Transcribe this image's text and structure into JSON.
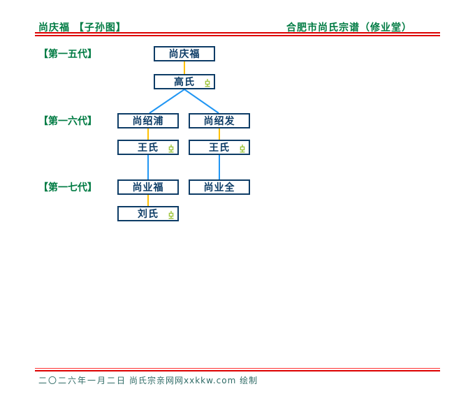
{
  "header": {
    "left_title": "尚庆福 【子孙图】",
    "right_title": "合肥市尚氏宗谱（修业堂）"
  },
  "generations": [
    {
      "label": "【第一五代】"
    },
    {
      "label": "【第一六代】"
    },
    {
      "label": "【第一七代】"
    }
  ],
  "tree": {
    "nodes": [
      {
        "label": "尚庆福",
        "generation": "第一五代",
        "role": "descendant"
      },
      {
        "label": "高氏",
        "generation": "第一五代",
        "role": "spouse",
        "marker": "female"
      },
      {
        "label": "尚绍浦",
        "generation": "第一六代",
        "role": "descendant",
        "parent": "尚庆福"
      },
      {
        "label": "尚绍发",
        "generation": "第一六代",
        "role": "descendant",
        "parent": "尚庆福"
      },
      {
        "label": "王氏",
        "generation": "第一六代",
        "role": "spouse",
        "marker": "female",
        "spouse_of": "尚绍浦"
      },
      {
        "label": "王氏",
        "generation": "第一六代",
        "role": "spouse",
        "marker": "female",
        "spouse_of": "尚绍发"
      },
      {
        "label": "尚业福",
        "generation": "第一七代",
        "role": "descendant",
        "parent": "尚绍浦"
      },
      {
        "label": "尚业全",
        "generation": "第一七代",
        "role": "descendant",
        "parent": "尚绍发"
      },
      {
        "label": "刘氏",
        "generation": "第一七代",
        "role": "spouse",
        "marker": "female",
        "spouse_of": "尚业福"
      }
    ]
  },
  "icons": {
    "spouse_marker": "female-marker"
  },
  "colors": {
    "title_green": "#007B43",
    "rule_red": "#DD0000",
    "box_navy": "#0D3C66",
    "marriage_connector_yellow": "#FFC000",
    "descent_connector_blue": "#2196F3",
    "marker_green": "#9DC43B",
    "footer_teal": "#2F6B66"
  },
  "footer": {
    "date": "二〇二六年一月二日",
    "credit": "尚氏宗亲网网xxkkw.com 绘制"
  }
}
